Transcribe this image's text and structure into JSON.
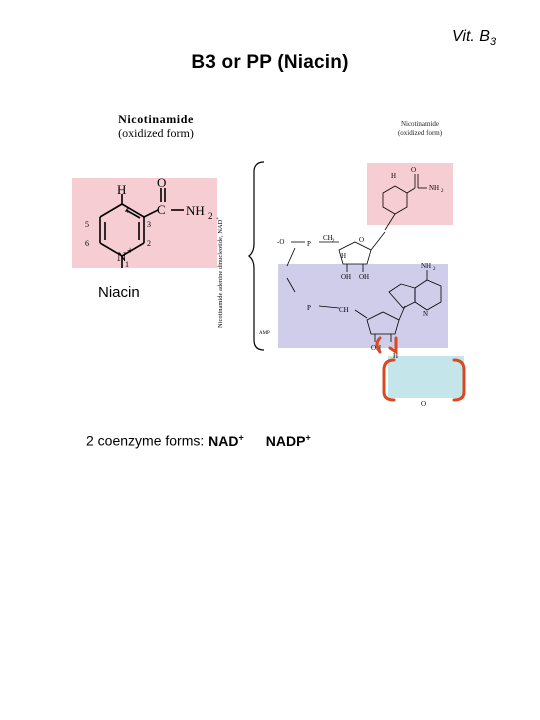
{
  "header": {
    "title": "B3 or PP (Niacin)",
    "vit_label": "Vit. B",
    "vit_sub": "3"
  },
  "nicotinamide_large": {
    "name": "Nicotinamide",
    "form": "(oxidized form)",
    "atoms": {
      "h_top": "H",
      "o": "O",
      "nh2": "NH",
      "nh2_sub": "2",
      "c": "C",
      "n": "N",
      "plus": "+",
      "h_ring": "H",
      "pos4": "4",
      "pos3": "3",
      "pos5": "5",
      "pos6": "6",
      "pos2": "2",
      "pos1": "1"
    }
  },
  "niacin_label": "Niacin",
  "nad_structure": {
    "head_name": "Nicotinamide",
    "head_form": "(oxidized form)",
    "side_label": "Nicotinamide adenine dinucleotide, NAD",
    "side_sup": "+",
    "amp_label": "AMP",
    "atoms": {
      "o_top": "O",
      "nh2": "NH",
      "nh2_sub": "2",
      "h": "H",
      "o_minus": "-O",
      "p1": "P",
      "ch2_1": "CH",
      "ch2_sub": "2",
      "o_ring": "O",
      "h_sugar": "H",
      "oh": "OH",
      "nh2_ad": "NH",
      "nh2_ad_sub": "2",
      "n": "N",
      "p2": "P",
      "ch2_2": "CH",
      "o_bottom": "O",
      "h_p": "H"
    }
  },
  "coenzyme_line": {
    "prefix": "2 coenzyme forms: ",
    "nad": "NAD",
    "nad_sup": "+",
    "nadp": "NADP",
    "nadp_sup": "+"
  },
  "colors": {
    "pink_box": "#f6cdd3",
    "lavender_box": "#cfcdea",
    "cyan_box": "#c4e6ea",
    "red_bracket": "#d9481f"
  }
}
